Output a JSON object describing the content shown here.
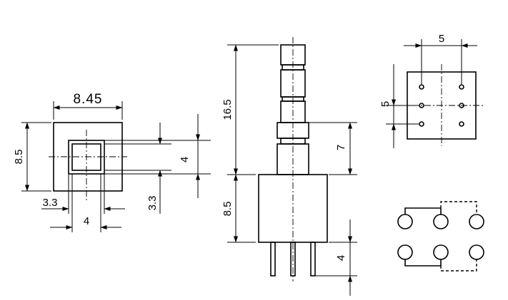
{
  "front_view": {
    "width_dim": "8.45",
    "height_dim": "8.5",
    "left_offset_dim": "3.3",
    "bottom_width_dim": "4",
    "right_height_dim": "4",
    "right_offset_dim": "3.3"
  },
  "side_view": {
    "total_height_dim": "16.5",
    "body_height_dim": "8.5",
    "stem_dim": "7",
    "pin_length_dim": "4"
  },
  "pin_layout": {
    "pitch_x_dim": "5",
    "pitch_y_dim": "5"
  }
}
